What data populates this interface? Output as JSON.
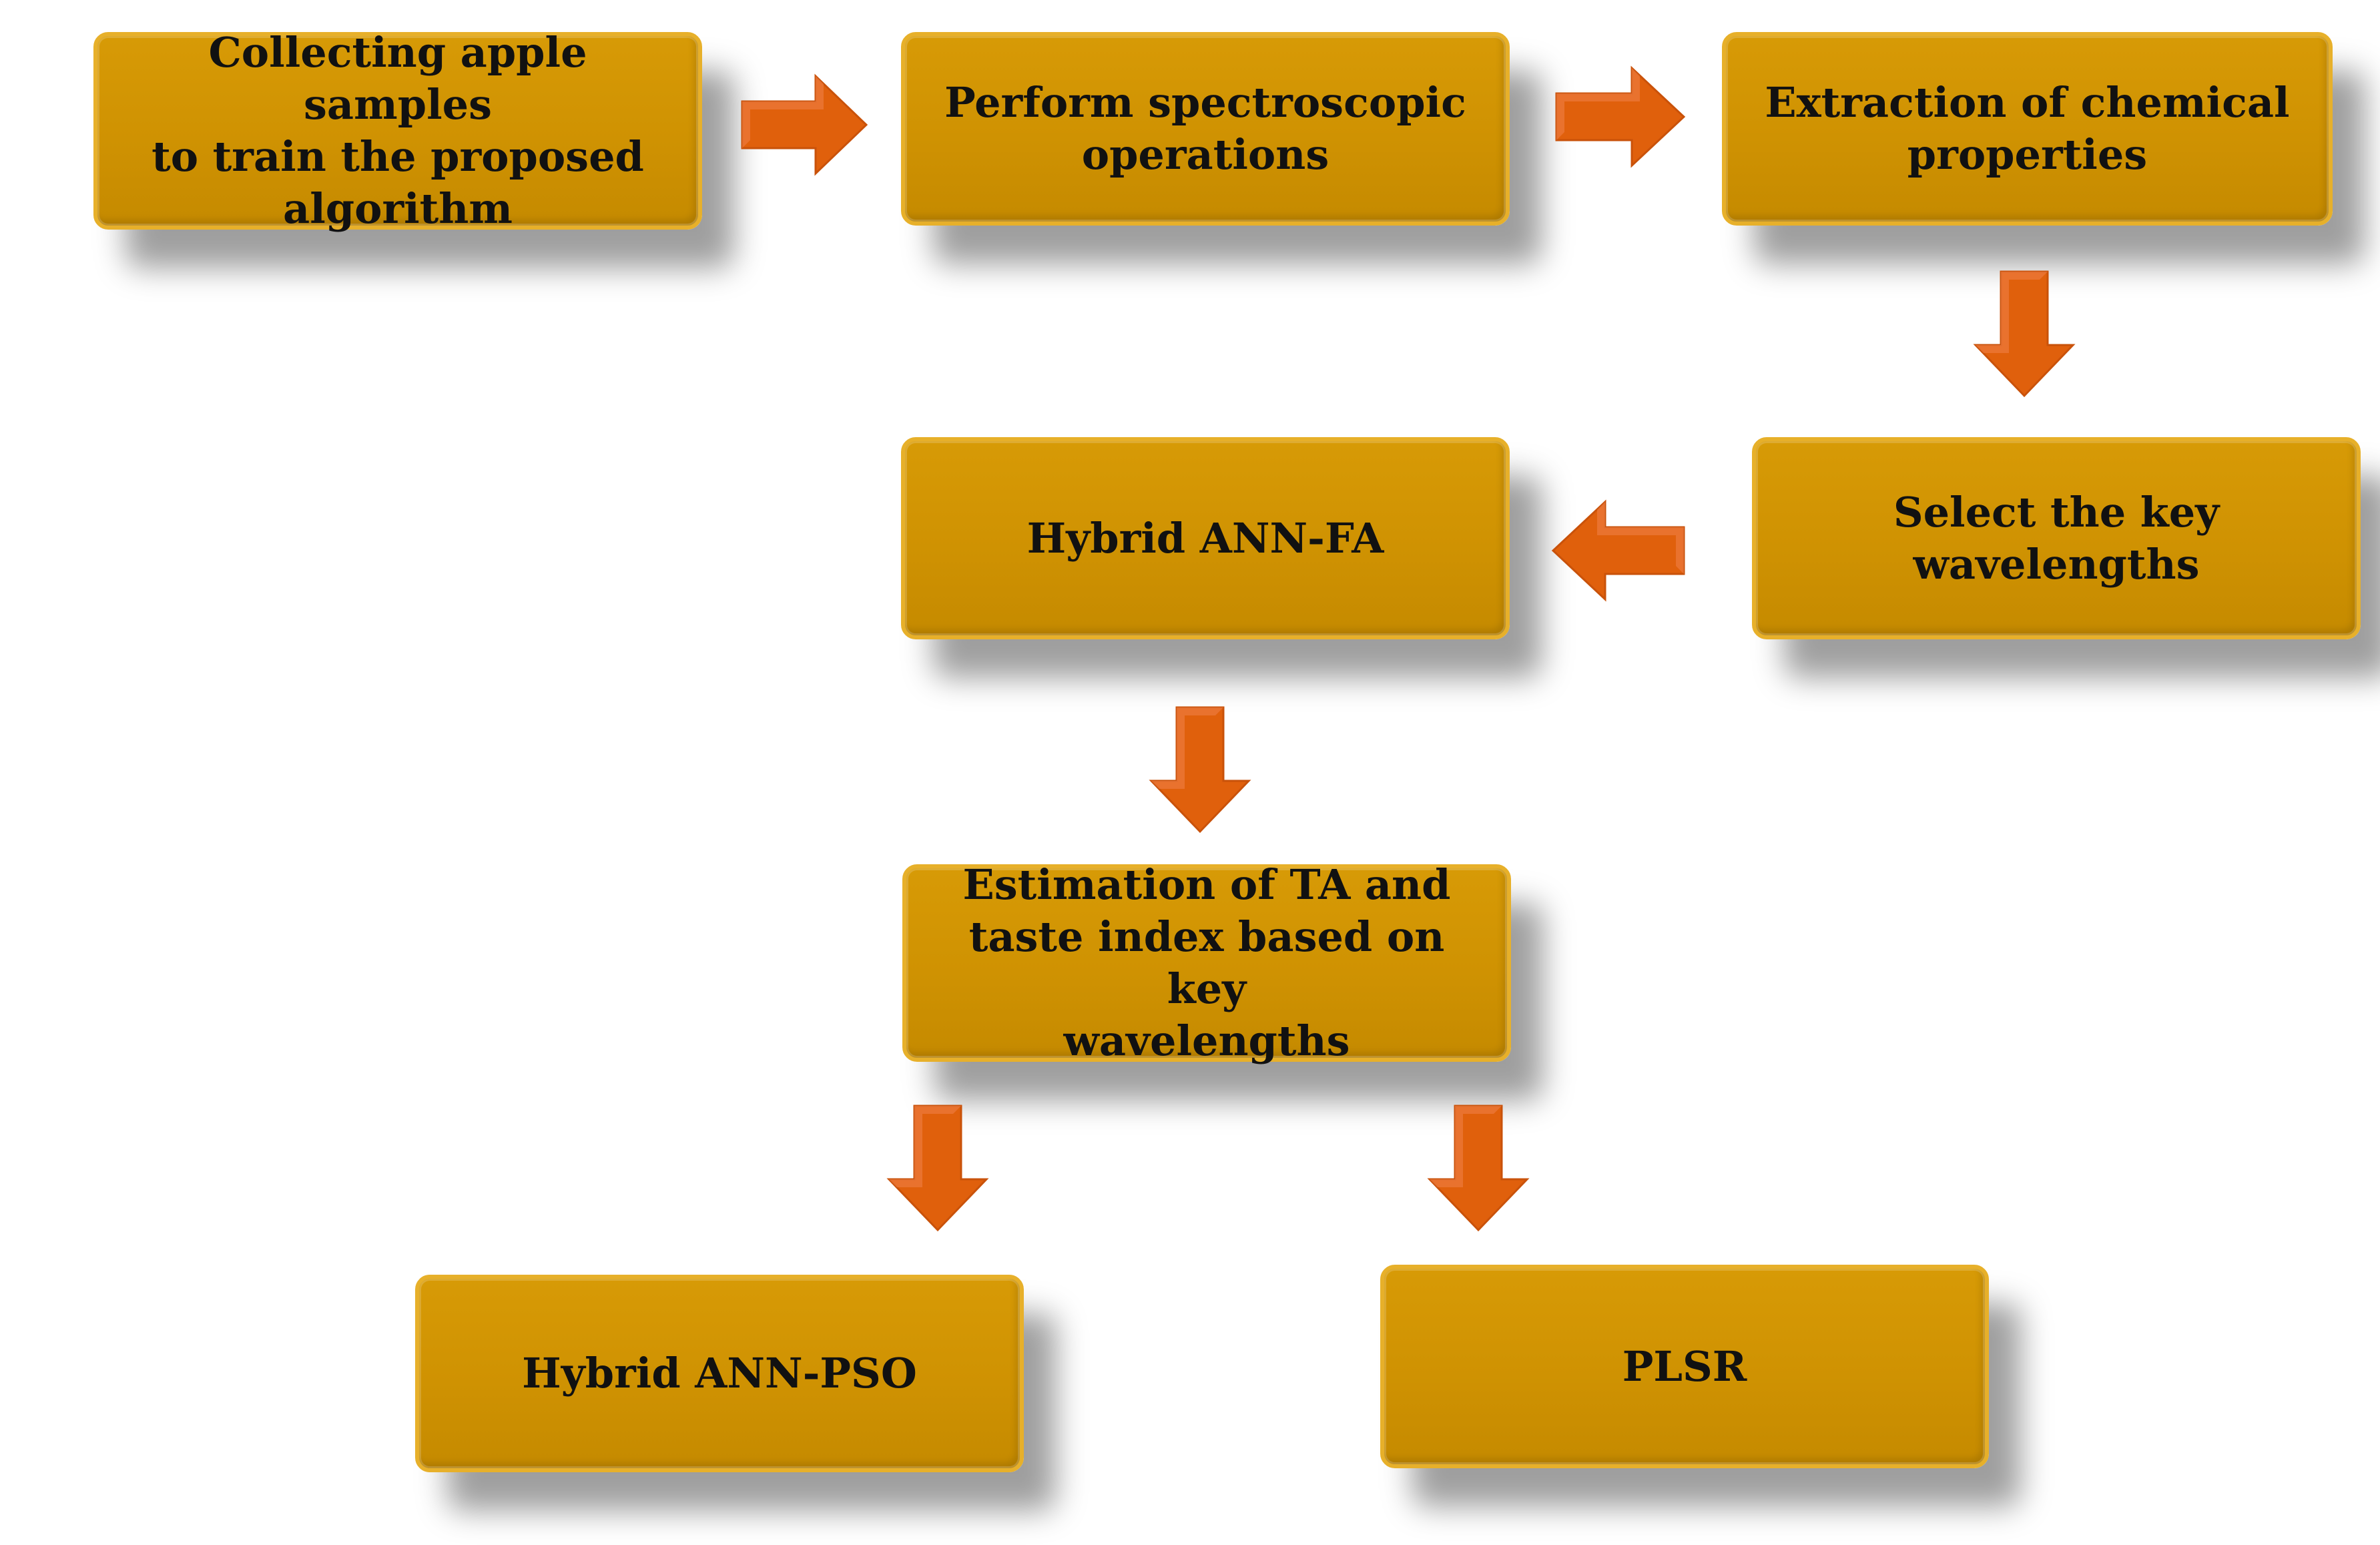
{
  "colors": {
    "box_fill": "#d09400",
    "box_border": "#e7b02a",
    "box_text": "#111111",
    "arrow_fill": "#e0600c",
    "arrow_highlight": "#f0824a",
    "arrow_shade": "#b8480a"
  },
  "nodes": {
    "collecting": {
      "label": "Collecting apple samples\nto train the proposed\nalgorithm"
    },
    "spectroscopic": {
      "label": "Perform spectroscopic\noperations"
    },
    "extraction": {
      "label": "Extraction of chemical\nproperties"
    },
    "select_wavelengths": {
      "label": "Select the key\nwavelengths"
    },
    "hybrid_ann_fa": {
      "label": "Hybrid ANN-FA"
    },
    "estimation": {
      "label": "Estimation of TA and\ntaste index based on key\nwavelengths"
    },
    "hybrid_ann_pso": {
      "label": "Hybrid ANN-PSO"
    },
    "plsr": {
      "label": "PLSR"
    }
  },
  "edges": [
    {
      "from": "collecting",
      "to": "spectroscopic",
      "direction": "right"
    },
    {
      "from": "spectroscopic",
      "to": "extraction",
      "direction": "right"
    },
    {
      "from": "extraction",
      "to": "select_wavelengths",
      "direction": "down"
    },
    {
      "from": "select_wavelengths",
      "to": "hybrid_ann_fa",
      "direction": "left"
    },
    {
      "from": "hybrid_ann_fa",
      "to": "estimation",
      "direction": "down"
    },
    {
      "from": "estimation",
      "to": "hybrid_ann_pso",
      "direction": "down"
    },
    {
      "from": "estimation",
      "to": "plsr",
      "direction": "down"
    }
  ]
}
